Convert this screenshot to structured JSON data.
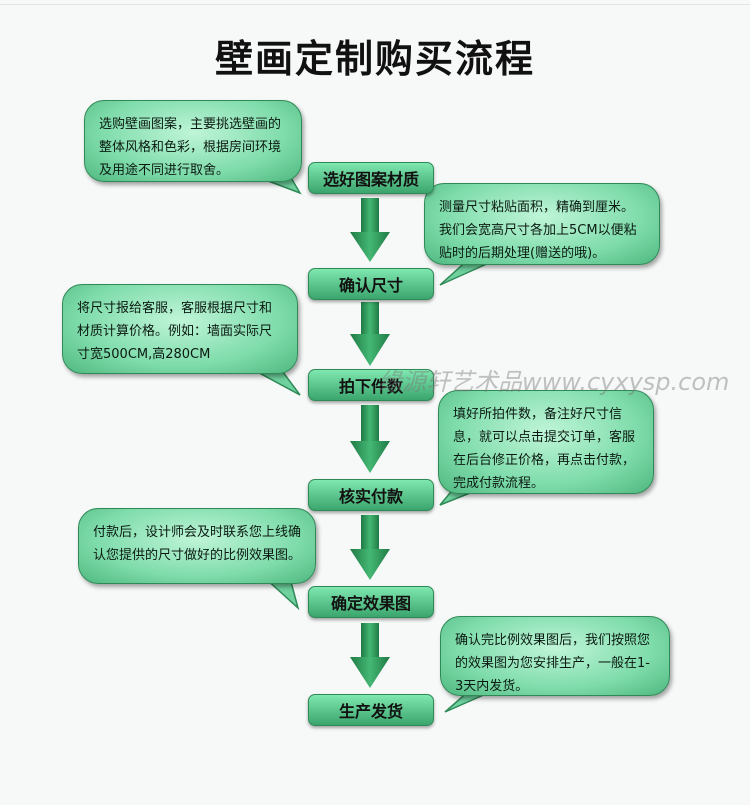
{
  "title": "壁画定制购买流程",
  "steps": [
    {
      "label": "选好图案材质"
    },
    {
      "label": "确认尺寸"
    },
    {
      "label": "拍下件数"
    },
    {
      "label": "核实付款"
    },
    {
      "label": "确定效果图"
    },
    {
      "label": "生产发货"
    }
  ],
  "notes": [
    {
      "text": "选购壁画图案，主要挑选壁画的整体风格和色彩，根据房间环境及用途不同进行取舍。"
    },
    {
      "text": "测量尺寸粘贴面积，精确到厘米。我们会宽高尺寸各加上5CM以便粘贴时的后期处理(赠送的哦)。"
    },
    {
      "text": "将尺寸报给客服，客服根据尺寸和材质计算价格。例如：墙面实际尺寸宽500CM,高280CM"
    },
    {
      "text": "填好所拍件数，备注好尺寸信息，就可以点击提交订单，客服在后台修正价格，再点击付款，完成付款流程。"
    },
    {
      "text": "付款后，设计师会及时联系您上线确认您提供的尺寸做好的比例效果图。"
    },
    {
      "text": "确认完比例效果图后，我们按照您的效果图为您安排生产，一般在1-3天内发货。"
    }
  ],
  "watermark": "缘源轩艺术品www.cyxysp.com",
  "colors": {
    "step_top": "#7fe7b0",
    "step_bottom": "#3aa56c",
    "arrow": "#2e9a5a",
    "bubble": "#7fdcab"
  }
}
